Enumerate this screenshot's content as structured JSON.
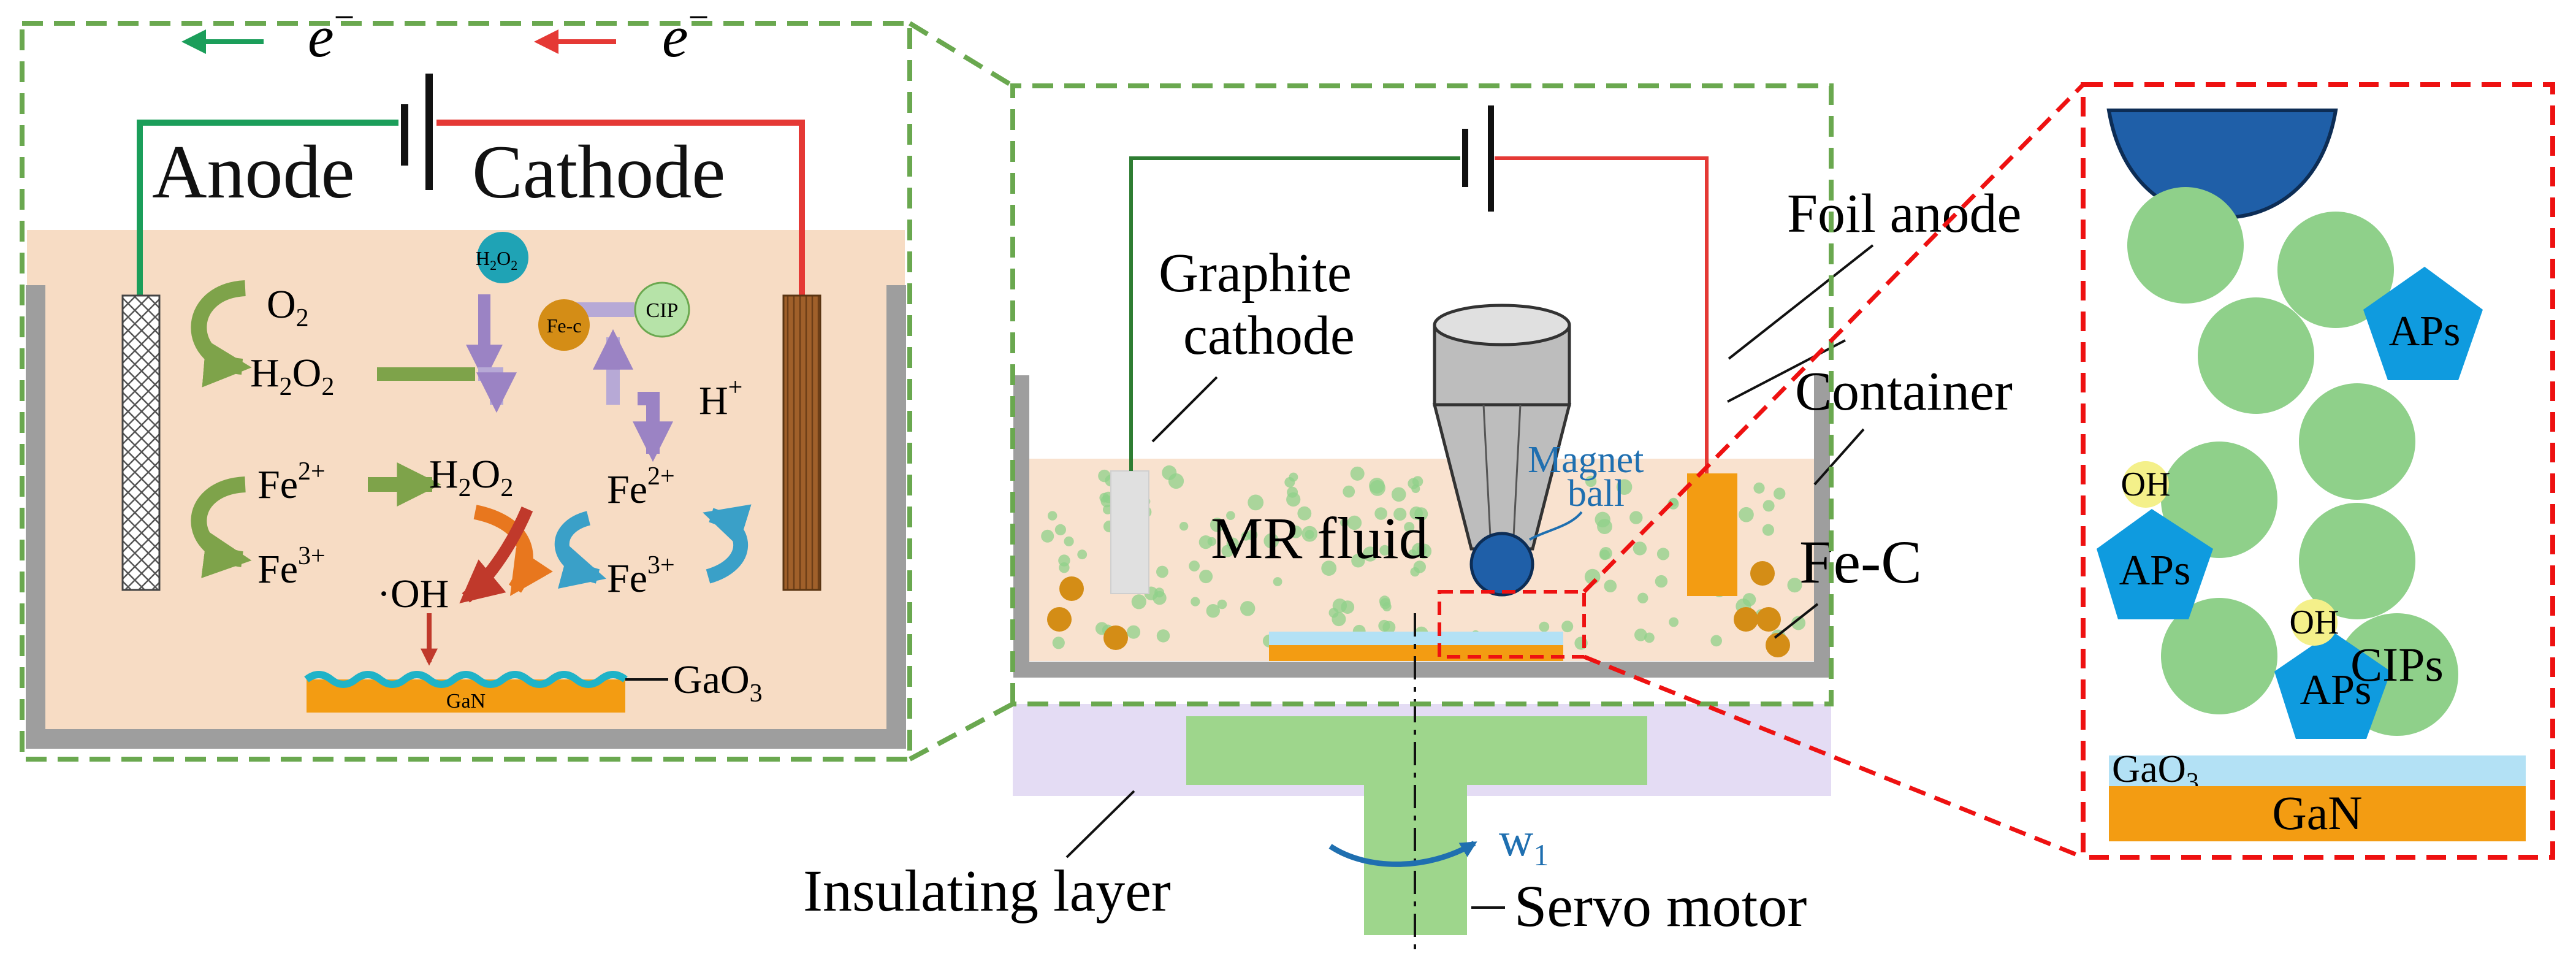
{
  "colors": {
    "frame_green": "#6aa84f",
    "frame_red": "#ee1111",
    "wire_green": "#2e7d32",
    "wire_red": "#e53935",
    "electrolyte": "#f7dcc4",
    "container_grey": "#9e9e9e",
    "particle_green": "#8fd08a",
    "gan_orange": "#f39c12",
    "gao3_blue": "#b3e1f5",
    "aps_blue": "#0f9bdf",
    "oh_yellow": "#f4f08a",
    "magnet_blue": "#1f5fa8",
    "feC_orange": "#d48d16",
    "insulating_violet": "#e4dcf4",
    "shaft_green": "#9ed68c",
    "electrode_brown": "#a0602a",
    "arrow_green": "#7ea34a",
    "arrow_purple": "#9b83c4",
    "arrow_blue": "#3aa0c8",
    "arrow_orange": "#e8771e",
    "arrow_red": "#c0392b"
  },
  "left_panel": {
    "electron_symbol": "e",
    "electron_charge": "−",
    "anode_label": "Anode",
    "cathode_label": "Cathode",
    "o2": {
      "base": "O",
      "sub": "2",
      "sup": ""
    },
    "h2o2_left": {
      "base": "H",
      "sub": "2",
      "mid": "O",
      "sub2": "2"
    },
    "h2o2_center": {
      "base": "H",
      "sub": "2",
      "mid": "O",
      "sub2": "2"
    },
    "h2o2_bubble": {
      "base": "H",
      "sub": "2",
      "mid": "O",
      "sub2": "2"
    },
    "fe_c_bubble": "Fe-c",
    "cip_bubble": "CIP",
    "h_plus": {
      "base": "H",
      "sup": "+"
    },
    "fe2_left": {
      "base": "Fe",
      "sup": "2+"
    },
    "fe3_left": {
      "base": "Fe",
      "sup": "3+"
    },
    "fe2_right": {
      "base": "Fe",
      "sup": "2+"
    },
    "fe3_right": {
      "base": "Fe",
      "sup": "3+"
    },
    "oh_radical": "·OH",
    "gan_label": "GaN",
    "gao3_label": {
      "base": "GaO",
      "sub": "3"
    }
  },
  "center_panel": {
    "graphite_cathode": [
      "Graphite",
      "cathode"
    ],
    "foil_anode": "Foil anode",
    "container": "Container",
    "magnet_ball": [
      "Magnet",
      "ball"
    ],
    "mr_fluid": "MR fluid",
    "fe_c": "Fe-C",
    "w1": {
      "base": "w",
      "sub": "1"
    },
    "insulating_layer": "Insulating layer",
    "servo_motor": "Servo motor"
  },
  "right_panel": {
    "aps": "APs",
    "oh": "OH",
    "cips": "CIPs",
    "gao3": {
      "base": "GaO",
      "sub": "3"
    },
    "gan": "GaN"
  }
}
